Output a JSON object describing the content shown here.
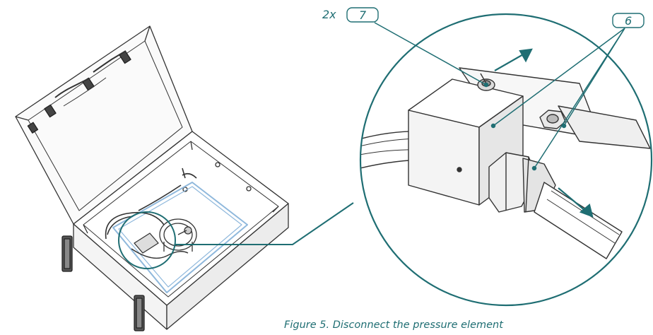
{
  "callouts": {
    "quantity_prefix": "2x",
    "part_a": "7",
    "part_b": "6"
  },
  "caption": "Figure 5. Disconnect the pressure element",
  "colors": {
    "accent": "#1f6e73",
    "line": "#333333",
    "highlight_blue": "#8fb8dc"
  }
}
